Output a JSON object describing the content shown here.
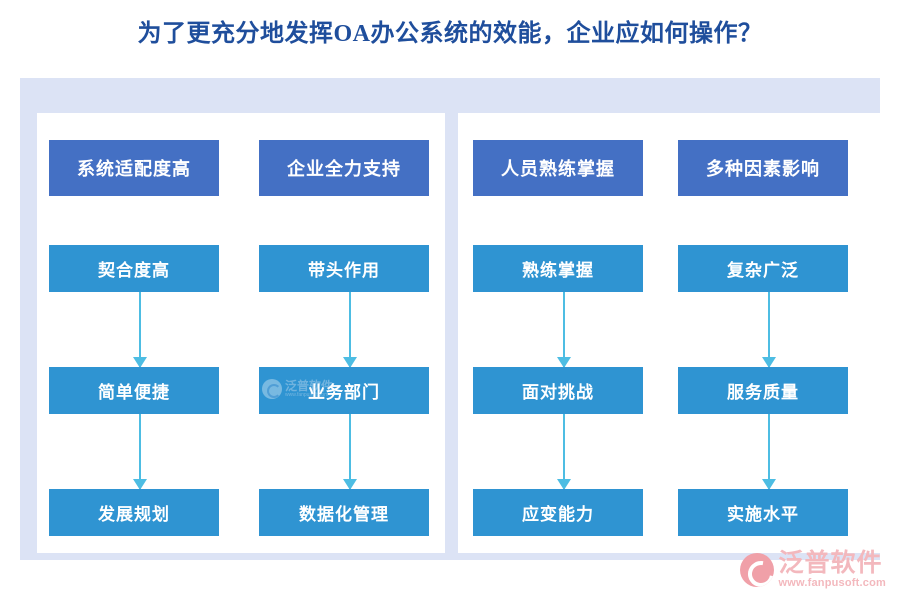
{
  "title": "为了更充分地发挥OA办公系统的效能，企业应如何操作？",
  "theme": {
    "title_color": "#1f4e9c",
    "panel_bg": "#dce3f5",
    "group_bg": "#ffffff",
    "head_box_color": "#4470c4",
    "step_box_color": "#2f94d2",
    "arrow_color": "#4dbde3",
    "page_bg": "#ffffff"
  },
  "chart_data": {
    "type": "diagram",
    "title": "为了更充分地发挥OA办公系统的效能，企业应如何操作？",
    "layout": "four parallel top-down flow chains grouped into two panels",
    "groups": [
      {
        "id": "group-0",
        "chain_ids": [
          "chain-0",
          "chain-1"
        ]
      },
      {
        "id": "group-1",
        "chain_ids": [
          "chain-2",
          "chain-3"
        ]
      }
    ],
    "chains": [
      {
        "id": "chain-0",
        "head": "系统适配度高",
        "steps": [
          "契合度高",
          "简单便捷",
          "发展规划"
        ]
      },
      {
        "id": "chain-1",
        "head": "企业全力支持",
        "steps": [
          "带头作用",
          "业务部门",
          "数据化管理"
        ]
      },
      {
        "id": "chain-2",
        "head": "人员熟练掌握",
        "steps": [
          "熟练掌握",
          "面对挑战",
          "应变能力"
        ]
      },
      {
        "id": "chain-3",
        "head": "多种因素影响",
        "steps": [
          "复杂广泛",
          "服务质量",
          "实施水平"
        ]
      }
    ]
  },
  "watermark": {
    "name": "泛普软件",
    "url": "www.fanpusoft.com"
  },
  "brand": {
    "name": "泛普软件",
    "url": "www.fanpusoft.com"
  }
}
